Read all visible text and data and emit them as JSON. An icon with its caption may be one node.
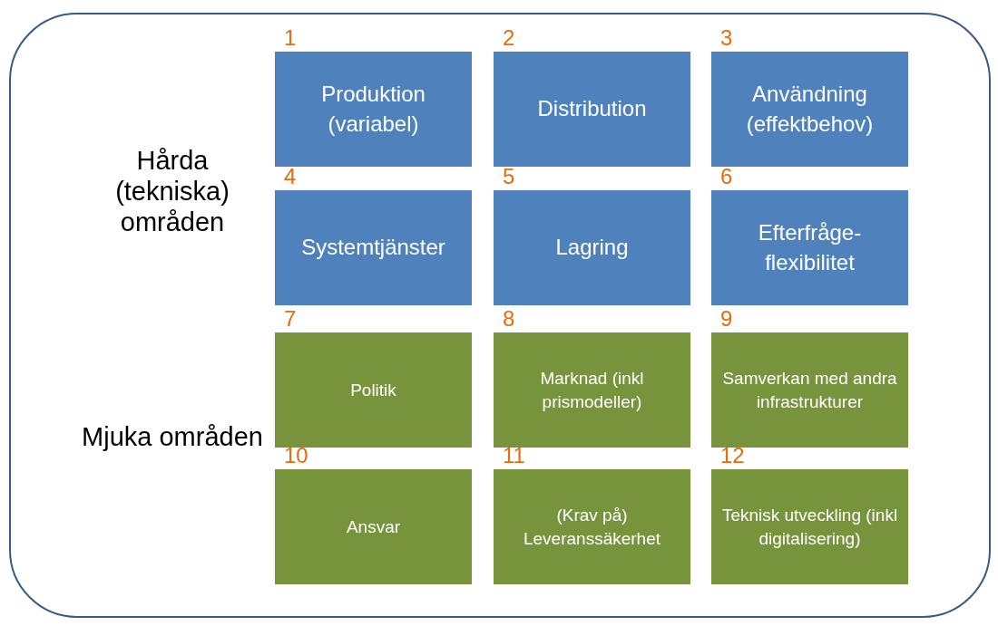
{
  "diagram": {
    "nodes": [
      {
        "text": [
          "Produktion (variabel)"
        ],
        "beside": [
          "1"
        ]
      },
      {
        "text": [
          "Distribution"
        ],
        "beside": [
          "2"
        ]
      },
      {
        "text": [
          "Användning (effektbehov)"
        ],
        "beside": [
          "3"
        ]
      },
      {
        "text": [
          "Systemtjänster"
        ],
        "beside": [
          "4"
        ]
      },
      {
        "text": [
          "Lagring"
        ],
        "beside": [
          "5"
        ]
      },
      {
        "text": [
          "Efterfråge-flexibilitet"
        ],
        "beside": [
          "6"
        ]
      },
      {
        "text": [
          "Politik"
        ],
        "beside": [
          "7"
        ]
      },
      {
        "text": [
          "Marknad (inkl prismodeller)"
        ],
        "beside": [
          "8"
        ]
      },
      {
        "text": [
          "Samverkan med andra infrastrukturer"
        ],
        "beside": [
          "9"
        ]
      },
      {
        "text": [
          "Ansvar"
        ],
        "beside": [
          "10"
        ]
      },
      {
        "text": [
          "(Krav på) Leveranssäkerhet"
        ],
        "beside": [
          "11"
        ]
      },
      {
        "text": [
          "Teknisk utveckling (inkl digitalisering)"
        ],
        "beside": [
          "12"
        ]
      }
    ],
    "labels": [
      "Hårda (tekniska) områden",
      "Mjuka områden"
    ]
  }
}
